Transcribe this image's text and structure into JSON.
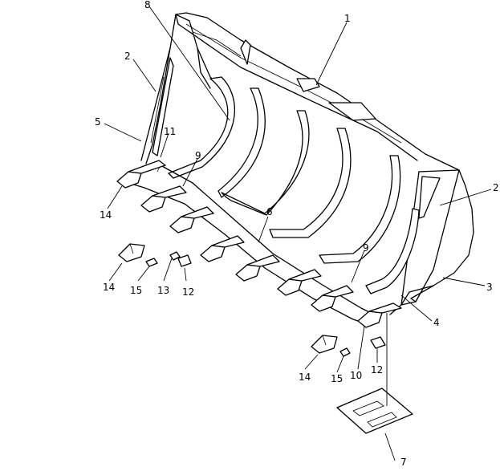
{
  "diagram": {
    "callouts": [
      {
        "id": "c1",
        "label": "1"
      },
      {
        "id": "c2a",
        "label": "2"
      },
      {
        "id": "c2b",
        "label": "2"
      },
      {
        "id": "c3",
        "label": "3"
      },
      {
        "id": "c4",
        "label": "4"
      },
      {
        "id": "c5",
        "label": "5"
      },
      {
        "id": "c6",
        "label": "6"
      },
      {
        "id": "c7",
        "label": "7"
      },
      {
        "id": "c8",
        "label": "8"
      },
      {
        "id": "c9a",
        "label": "9"
      },
      {
        "id": "c9b",
        "label": "9"
      },
      {
        "id": "c10",
        "label": "10"
      },
      {
        "id": "c11",
        "label": "11"
      },
      {
        "id": "c12a",
        "label": "12"
      },
      {
        "id": "c12b",
        "label": "12"
      },
      {
        "id": "c13",
        "label": "13"
      },
      {
        "id": "c14a",
        "label": "14"
      },
      {
        "id": "c14b",
        "label": "14"
      },
      {
        "id": "c14c",
        "label": "14"
      },
      {
        "id": "c15a",
        "label": "15"
      },
      {
        "id": "c15b",
        "label": "15"
      }
    ]
  }
}
